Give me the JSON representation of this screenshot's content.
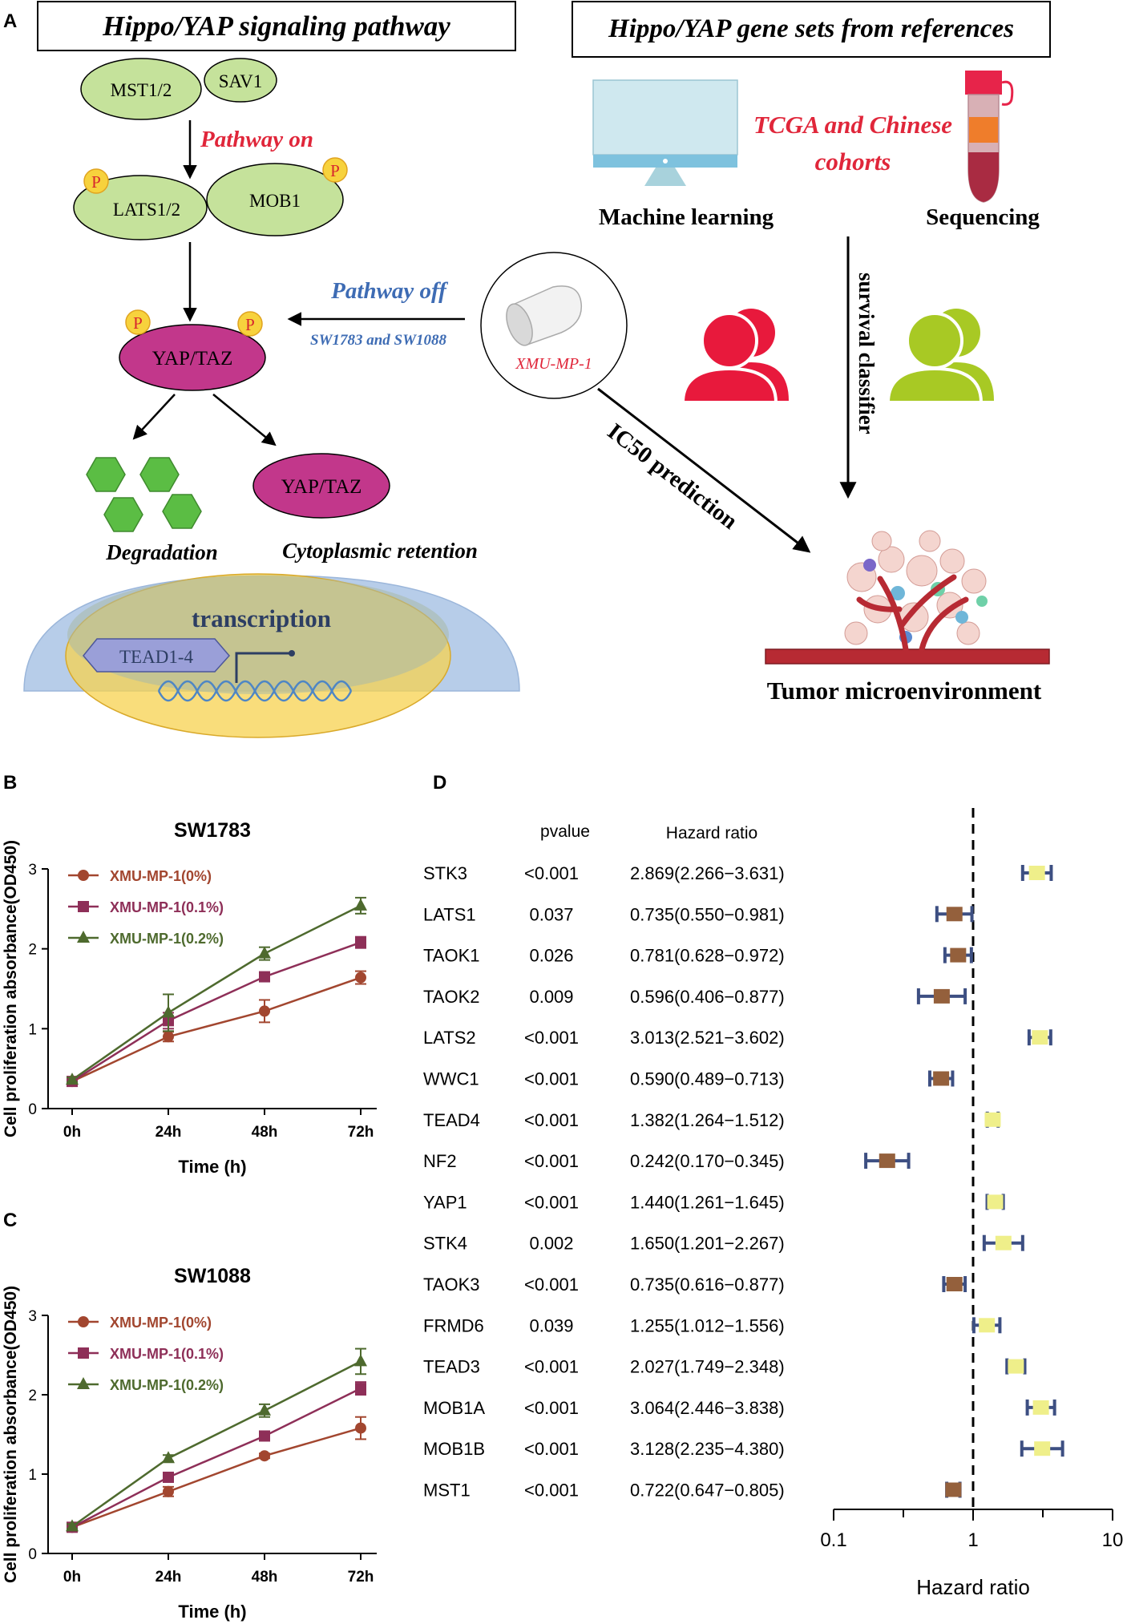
{
  "panel_labels": {
    "a": "A",
    "b": "B",
    "c": "C",
    "d": "D"
  },
  "pathway": {
    "title": "Hippo/YAP signaling pathway",
    "mst": "MST1/2",
    "sav": "SAV1",
    "pathway_on": "Pathway on",
    "lats": "LATS1/2",
    "mob": "MOB1",
    "phospho": "P",
    "yap_taz": "YAP/TAZ",
    "degradation": "Degradation",
    "cytoplasmic": "Cytoplasmic retention",
    "transcription": "transcription",
    "tead": "TEAD1-4",
    "pathway_off": "Pathway off",
    "cell_lines": "SW1783 and SW1088",
    "drug": "XMU-MP-1"
  },
  "workflow": {
    "title": "Hippo/YAP gene sets from references",
    "cohorts_line1": "TCGA and Chinese",
    "cohorts_line2": "cohorts",
    "machine_learning": "Machine learning",
    "sequencing": "Sequencing",
    "survival_classifier": "survival classifier",
    "ic50": "IC50 prediction",
    "tme": "Tumor microenvironment"
  },
  "colors": {
    "green_node": "#c5e29b",
    "magenta_node": "#c2378b",
    "phospho": "#f7d23d",
    "phospho_text": "#d7262e",
    "on_red": "#e0263a",
    "off_blue": "#3e6cb4",
    "hexagon": "#5bbd44",
    "high_risk": "#e8193c",
    "low_risk": "#a8c924",
    "c0": "#a2462f",
    "c01": "#8e2f58",
    "c02": "#4e6a2e",
    "forest_high": "#efef8a",
    "forest_low": "#94603c",
    "forest_ci": "#3d4f82"
  },
  "chart_data": [
    {
      "type": "line",
      "title": "SW1783",
      "xlabel": "Time (h)",
      "ylabel": "Cell proliferation absorbance(OD450)",
      "categories": [
        "0h",
        "24h",
        "48h",
        "72h"
      ],
      "ylim": [
        0,
        3
      ],
      "yticks": [
        0,
        1,
        2,
        3
      ],
      "legend": "top-left",
      "series": [
        {
          "name": "XMU-MP-1(0%)",
          "color_key": "c0",
          "marker": "circle",
          "values": [
            0.34,
            0.9,
            1.22,
            1.64
          ],
          "errors": [
            0.03,
            0.06,
            0.14,
            0.08
          ]
        },
        {
          "name": "XMU-MP-1(0.1%)",
          "color_key": "c01",
          "marker": "square",
          "values": [
            0.34,
            1.1,
            1.65,
            2.08
          ],
          "errors": [
            0.03,
            0.1,
            0.03,
            0.07
          ]
        },
        {
          "name": "XMU-MP-1(0.2%)",
          "color_key": "c02",
          "marker": "triangle",
          "values": [
            0.36,
            1.2,
            1.94,
            2.54
          ],
          "errors": [
            0.03,
            0.23,
            0.08,
            0.1
          ]
        }
      ]
    },
    {
      "type": "line",
      "title": "SW1088",
      "xlabel": "Time (h)",
      "ylabel": "Cell proliferation absorbance(OD450)",
      "categories": [
        "0h",
        "24h",
        "48h",
        "72h"
      ],
      "ylim": [
        0,
        3
      ],
      "yticks": [
        0,
        1,
        2,
        3
      ],
      "legend": "top-left",
      "series": [
        {
          "name": "XMU-MP-1(0%)",
          "color_key": "c0",
          "marker": "circle",
          "values": [
            0.33,
            0.78,
            1.23,
            1.58
          ],
          "errors": [
            0.03,
            0.06,
            0.03,
            0.14
          ]
        },
        {
          "name": "XMU-MP-1(0.1%)",
          "color_key": "c01",
          "marker": "square",
          "values": [
            0.33,
            0.96,
            1.48,
            2.08
          ],
          "errors": [
            0.03,
            0.03,
            0.05,
            0.08
          ]
        },
        {
          "name": "XMU-MP-1(0.2%)",
          "color_key": "c02",
          "marker": "triangle",
          "values": [
            0.34,
            1.2,
            1.8,
            2.42
          ],
          "errors": [
            0.03,
            0.04,
            0.08,
            0.16
          ]
        }
      ]
    },
    {
      "type": "forest",
      "xlabel": "Hazard ratio",
      "xscale": "log",
      "xlim": [
        0.1,
        10
      ],
      "xticks": [
        "0.1",
        "1",
        "10"
      ],
      "reference": 1,
      "col_pvalue": "pvalue",
      "col_hr": "Hazard ratio",
      "rows": [
        {
          "gene": "STK3",
          "pvalue": "<0.001",
          "hr_text": "2.869(2.266−3.631)",
          "hr": 2.869,
          "lo": 2.266,
          "hi": 3.631
        },
        {
          "gene": "LATS1",
          "pvalue": "0.037",
          "hr_text": "0.735(0.550−0.981)",
          "hr": 0.735,
          "lo": 0.55,
          "hi": 0.981
        },
        {
          "gene": "TAOK1",
          "pvalue": "0.026",
          "hr_text": "0.781(0.628−0.972)",
          "hr": 0.781,
          "lo": 0.628,
          "hi": 0.972
        },
        {
          "gene": "TAOK2",
          "pvalue": "0.009",
          "hr_text": "0.596(0.406−0.877)",
          "hr": 0.596,
          "lo": 0.406,
          "hi": 0.877
        },
        {
          "gene": "LATS2",
          "pvalue": "<0.001",
          "hr_text": "3.013(2.521−3.602)",
          "hr": 3.013,
          "lo": 2.521,
          "hi": 3.602
        },
        {
          "gene": "WWC1",
          "pvalue": "<0.001",
          "hr_text": "0.590(0.489−0.713)",
          "hr": 0.59,
          "lo": 0.489,
          "hi": 0.713
        },
        {
          "gene": "TEAD4",
          "pvalue": "<0.001",
          "hr_text": "1.382(1.264−1.512)",
          "hr": 1.382,
          "lo": 1.264,
          "hi": 1.512
        },
        {
          "gene": "NF2",
          "pvalue": "<0.001",
          "hr_text": "0.242(0.170−0.345)",
          "hr": 0.242,
          "lo": 0.17,
          "hi": 0.345
        },
        {
          "gene": "YAP1",
          "pvalue": "<0.001",
          "hr_text": "1.440(1.261−1.645)",
          "hr": 1.44,
          "lo": 1.261,
          "hi": 1.645
        },
        {
          "gene": "STK4",
          "pvalue": "0.002",
          "hr_text": "1.650(1.201−2.267)",
          "hr": 1.65,
          "lo": 1.201,
          "hi": 2.267
        },
        {
          "gene": "TAOK3",
          "pvalue": "<0.001",
          "hr_text": "0.735(0.616−0.877)",
          "hr": 0.735,
          "lo": 0.616,
          "hi": 0.877
        },
        {
          "gene": "FRMD6",
          "pvalue": "0.039",
          "hr_text": "1.255(1.012−1.556)",
          "hr": 1.255,
          "lo": 1.012,
          "hi": 1.556
        },
        {
          "gene": "TEAD3",
          "pvalue": "<0.001",
          "hr_text": "2.027(1.749−2.348)",
          "hr": 2.027,
          "lo": 1.749,
          "hi": 2.348
        },
        {
          "gene": "MOB1A",
          "pvalue": "<0.001",
          "hr_text": "3.064(2.446−3.838)",
          "hr": 3.064,
          "lo": 2.446,
          "hi": 3.838
        },
        {
          "gene": "MOB1B",
          "pvalue": "<0.001",
          "hr_text": "3.128(2.235−4.380)",
          "hr": 3.128,
          "lo": 2.235,
          "hi": 4.38
        },
        {
          "gene": "MST1",
          "pvalue": "<0.001",
          "hr_text": "0.722(0.647−0.805)",
          "hr": 0.722,
          "lo": 0.647,
          "hi": 0.805
        }
      ]
    }
  ]
}
